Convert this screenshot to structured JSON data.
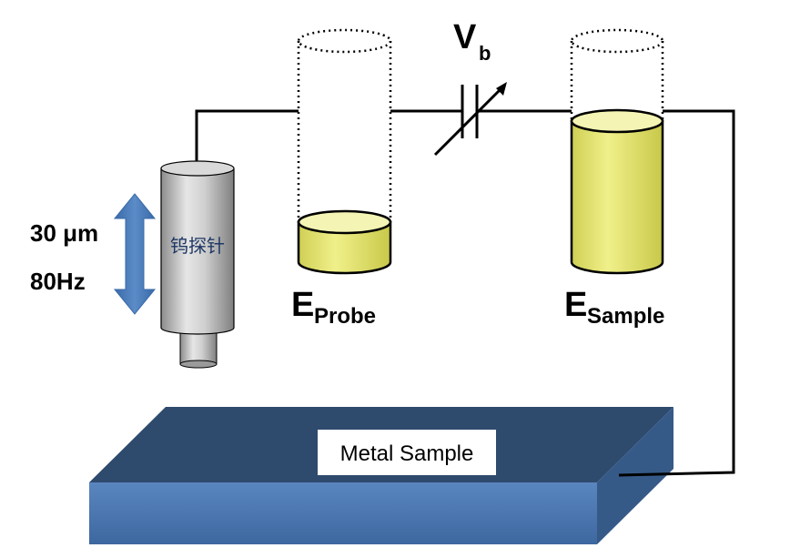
{
  "probe": {
    "amplitude_text": "30 μm",
    "frequency_text": "80Hz",
    "material_label": "钨探针"
  },
  "probe_cylinder": {
    "label_main": "E",
    "label_sub": "Probe"
  },
  "sample_cylinder": {
    "label_main": "E",
    "label_sub": "Sample"
  },
  "bias": {
    "label_main": "V",
    "label_sub": "b"
  },
  "sample": {
    "label": "Metal Sample"
  },
  "colors": {
    "arrow": "#4f81bd",
    "slab_top": "#2f4b6e",
    "slab_front": "#4a76b0",
    "liquid": "#e8e87a",
    "liquid_top": "#f2f2b0",
    "wire": "#000000",
    "probe_body": "#bfbfbf"
  }
}
